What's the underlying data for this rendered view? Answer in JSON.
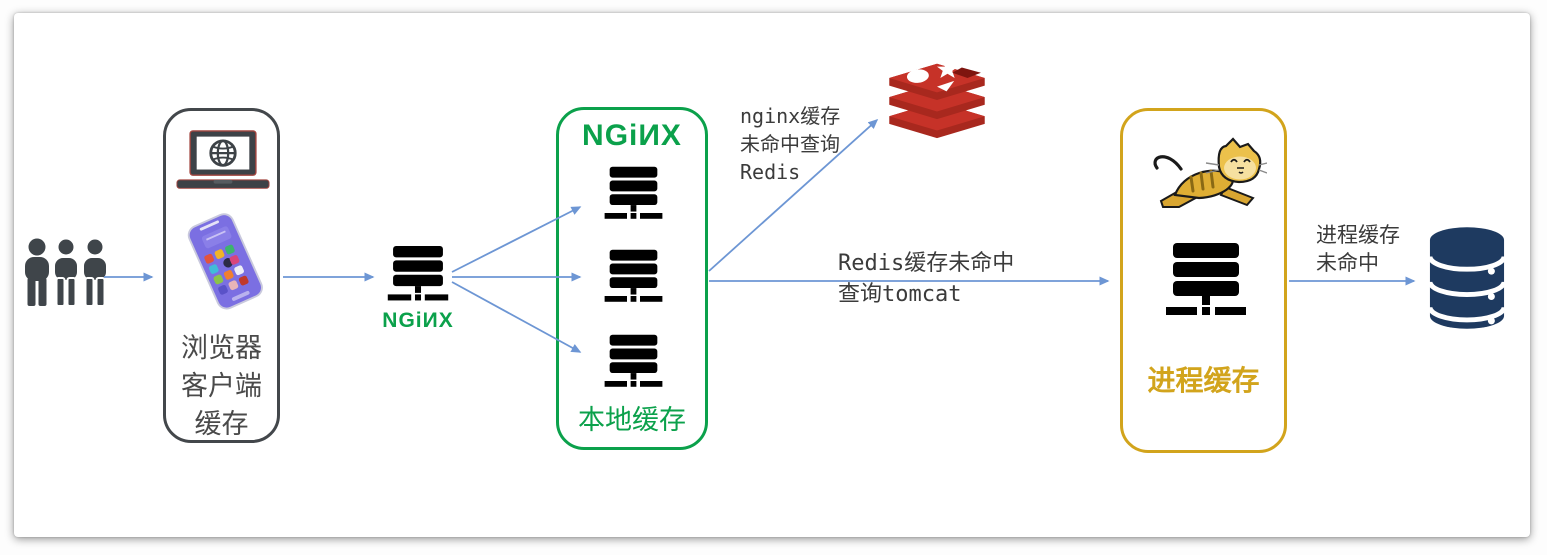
{
  "diagram": {
    "users": {
      "icon": "users-icon"
    },
    "browser_box": {
      "lines": [
        "浏览器",
        "客户端",
        "缓存"
      ]
    },
    "nginx_gateway": {
      "label": "NGiИX"
    },
    "local_cache_box": {
      "logo": "NGiИX",
      "label": "本地缓存",
      "server_count": 3
    },
    "redis": {
      "icon": "redis-logo"
    },
    "process_cache_box": {
      "label": "进程缓存",
      "icon": "tomcat-logo"
    },
    "database": {
      "icon": "database-icon"
    },
    "annotations": {
      "nginx_miss": {
        "lines": [
          "nginx缓存",
          "未命中查询",
          "Redis"
        ]
      },
      "redis_miss": {
        "lines": [
          "Redis缓存未命中",
          "查询tomcat"
        ]
      },
      "process_miss": {
        "lines": [
          "进程缓存",
          "未命中"
        ]
      }
    },
    "colors": {
      "nginx_green": "#0ba14b",
      "tomcat_gold": "#d2a41c",
      "arrow_blue": "#6d96d4",
      "redis_red": "#c63228",
      "redis_red_dark": "#a8281e",
      "db_navy": "#1e3a60",
      "icon_gray": "#3f454a"
    }
  }
}
